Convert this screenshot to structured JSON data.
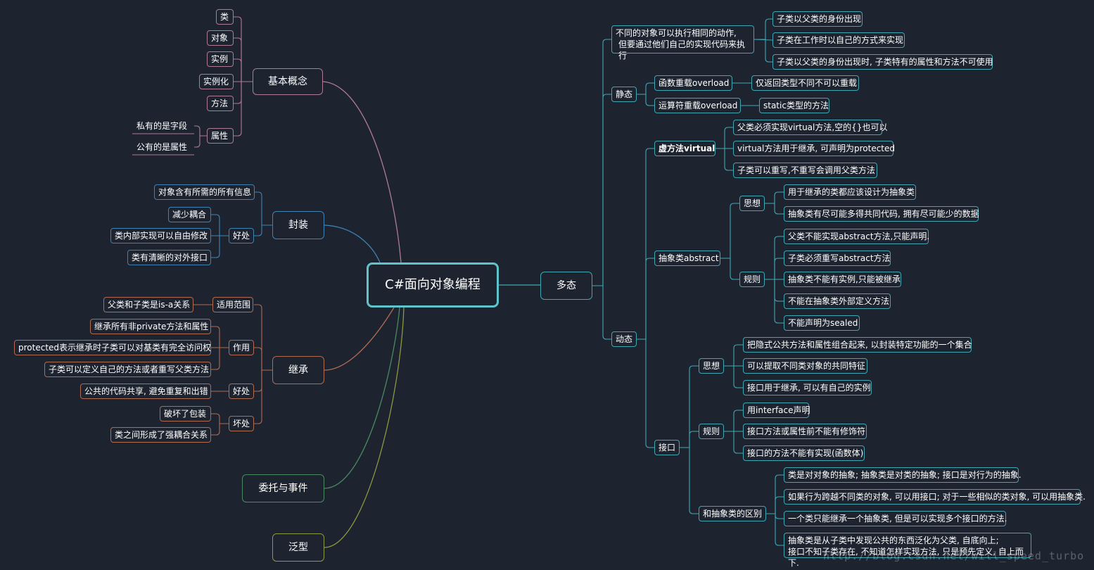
{
  "colors": {
    "background": "#1d2430",
    "root_border": "#5ec4cc",
    "teal": "#3fa7b4",
    "pink": "#b07a95",
    "blue": "#3f83b4",
    "orange": "#b06b50",
    "green": "#4a8a60",
    "lime": "#8a9a40"
  },
  "root": "C#面向对象编程",
  "left": {
    "basic": {
      "label": "基本概念",
      "items": [
        "类",
        "对象",
        "实例",
        "实例化",
        "方法",
        "属性"
      ],
      "attr_children": [
        "私有的是字段",
        "公有的是属性"
      ]
    },
    "encap": {
      "label": "封装",
      "info": "对象含有所需的所有信息",
      "benefit_label": "好处",
      "benefits": [
        "减少耦合",
        "类内部实现可以自由修改",
        "类有清晰的对外接口"
      ]
    },
    "inherit": {
      "label": "继承",
      "scope_label": "适用范围",
      "scope": "父类和子类是is-a关系",
      "effect_label": "作用",
      "effects": [
        "继承所有非private方法和属性",
        "protected表示继承时子类可以对基类有完全访问权",
        "子类可以定义自己的方法或者重写父类方法"
      ],
      "good_label": "好处",
      "good": "公共的代码共享, 避免重复和出错",
      "bad_label": "坏处",
      "bad": [
        "破坏了包装",
        "类之间形成了强耦合关系"
      ]
    },
    "delegate": {
      "label": "委托与事件"
    },
    "generic": {
      "label": "泛型"
    }
  },
  "poly": {
    "label": "多态",
    "intro": {
      "line1": "不同的对象可以执行相同的动作,",
      "line2": "但要通过他们自己的实现代码来执行",
      "children": [
        "子类以父类的身份出现",
        "子类在工作时以自己的方式来实现",
        "子类以父类的身份出现时, 子类特有的属性和方法不可使用"
      ]
    },
    "static": {
      "label": "静态",
      "func_overload": "函数重载overload",
      "func_note": "仅返回类型不同不可以重载",
      "op_overload": "运算符重载overload",
      "op_note": "static类型的方法"
    },
    "dynamic": {
      "label": "动态",
      "virtual": {
        "label": "虚方法virtual",
        "items": [
          "父类必须实现virtual方法,空的{}也可以",
          "virtual方法用于继承, 可声明为protected",
          "子类可以重写,不重写会调用父类方法"
        ]
      },
      "abstract": {
        "label": "抽象类abstract",
        "idea_label": "思想",
        "ideas": [
          "用于继承的类都应该设计为抽象类",
          "抽象类有尽可能多得共同代码, 拥有尽可能少的数据"
        ],
        "rule_label": "规则",
        "rules": [
          "父类不能实现abstract方法,只能声明.",
          "子类必须重写abstract方法",
          "抽象类不能有实例,只能被继承",
          "不能在抽象类外部定义方法",
          "不能声明为sealed"
        ]
      },
      "interface": {
        "label": "接口",
        "idea_label": "思想",
        "ideas": [
          "把隐式公共方法和属性组合起来, 以封装特定功能的一个集合",
          "可以提取不同类对象的共同特征",
          "接口用于继承, 可以有自己的实例"
        ],
        "rule_label": "规则",
        "rules": [
          "用interface声明",
          "接口方法或属性前不能有修饰符",
          "接口的方法不能有实现(函数体)"
        ],
        "diff_label": "和抽象类的区别",
        "diffs": [
          "类是对对象的抽象; 抽象类是对类的抽象; 接口是对行为的抽象.",
          "如果行为跨越不同类的对象, 可以用接口; 对于一些相似的类对象, 可以用抽象类.",
          "一个类只能继承一个抽象类, 但是可以实现多个接口的方法."
        ],
        "diff4_line1": "抽象类是从子类中发现公共的东西泛化为父类, 自底向上;",
        "diff4_line2": "接口不知子类存在, 不知道怎样实现方法, 只是预先定义, 自上而下."
      }
    }
  },
  "watermark": "http://blog.csdn.net/will_speed_turbo"
}
